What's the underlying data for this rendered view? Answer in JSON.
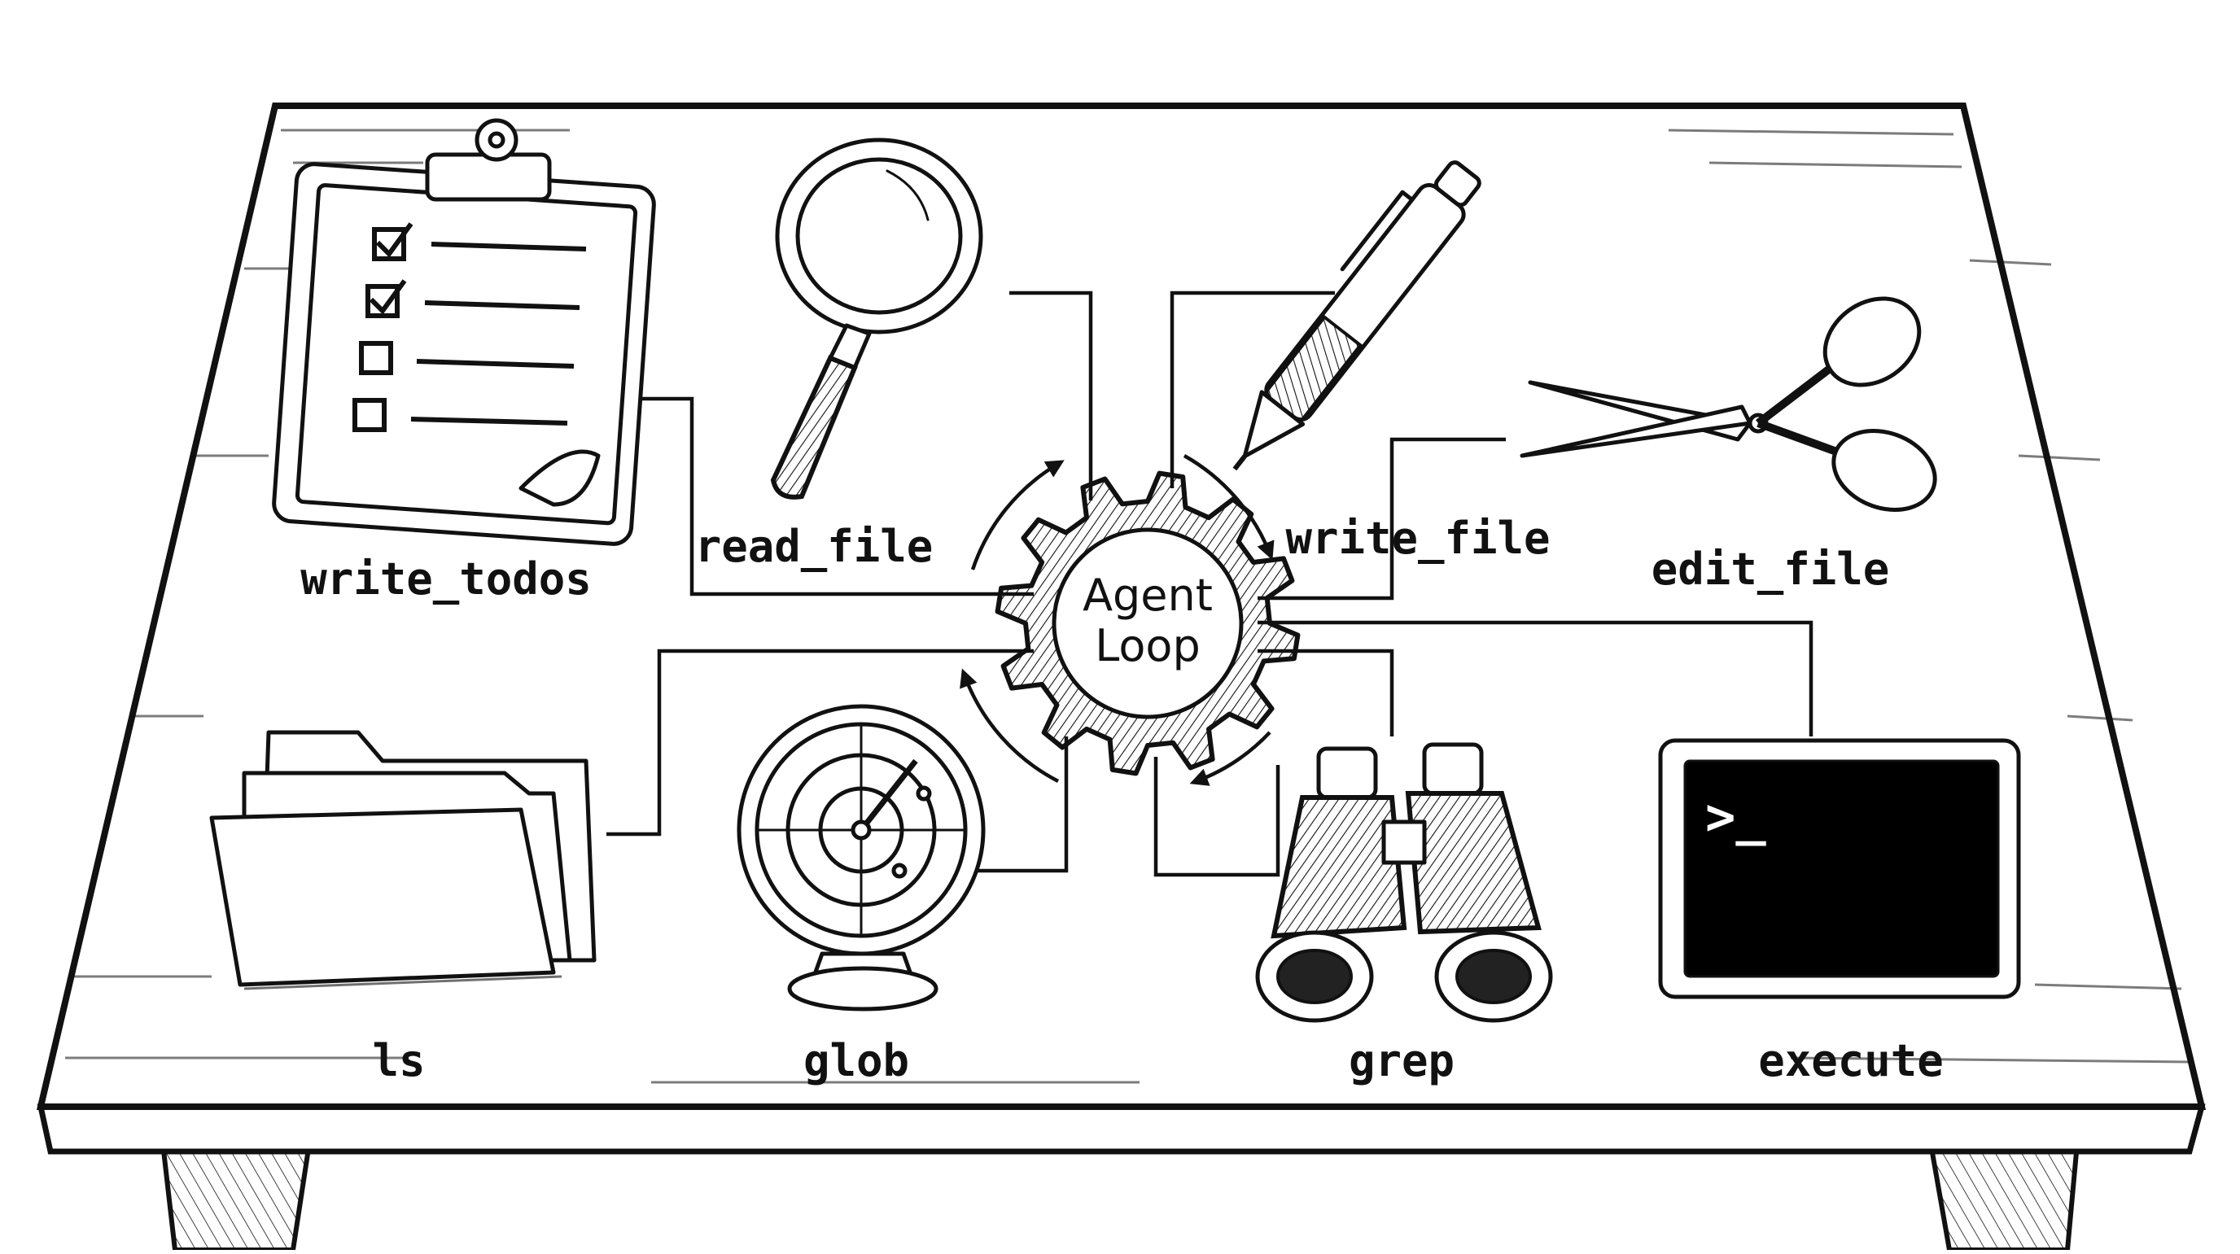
{
  "center": {
    "line1": "Agent",
    "line2": "Loop"
  },
  "tools": {
    "write_todos": "write_todos",
    "read_file": "read_file",
    "write_file": "write_file",
    "edit_file": "edit_file",
    "ls": "ls",
    "glob": "glob",
    "grep": "grep",
    "execute": "execute"
  },
  "terminal": {
    "prompt": ">_"
  },
  "icons": {
    "write_todos": "clipboard-checklist-icon",
    "read_file": "magnifying-glass-icon",
    "write_file": "pen-icon",
    "edit_file": "scissors-icon",
    "ls": "folder-icon",
    "glob": "radar-icon",
    "grep": "binoculars-icon",
    "execute": "terminal-icon",
    "center": "gear-icon"
  },
  "colors": {
    "ink": "#111111",
    "paper": "#ffffff",
    "terminal_screen": "#000000"
  }
}
